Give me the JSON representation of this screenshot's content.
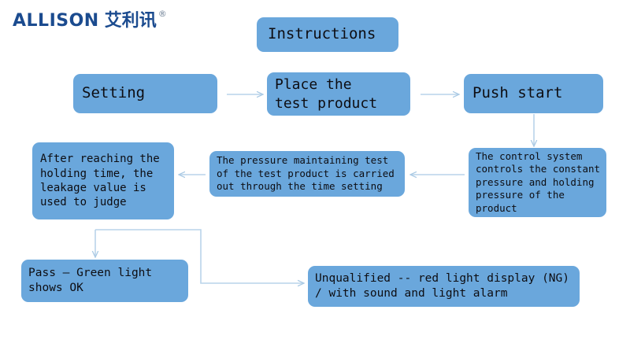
{
  "brand": {
    "wordmark": "ALLISON",
    "chinese": "艾利讯",
    "registered": "®"
  },
  "diagram": {
    "type": "flowchart",
    "title": "Instructions",
    "nodes": [
      {
        "id": "instructions",
        "label": "Instructions"
      },
      {
        "id": "setting",
        "label": "Setting"
      },
      {
        "id": "place",
        "label": "Place the\ntest product"
      },
      {
        "id": "push",
        "label": "Push start"
      },
      {
        "id": "control",
        "label": "The control system\ncontrols the constant\npressure and holding\npressure of the\nproduct"
      },
      {
        "id": "pressure",
        "label": "The pressure maintaining test\nof the test product is carried\nout through the time setting"
      },
      {
        "id": "after",
        "label": "After reaching the\nholding time, the\nleakage value is\nused to judge"
      },
      {
        "id": "pass",
        "label": "Pass – Green light\nshows OK"
      },
      {
        "id": "unqualified",
        "label": "Unqualified -- red light display (NG)\n/ with sound and light alarm"
      }
    ],
    "edges": [
      {
        "from": "setting",
        "to": "place",
        "direction": "right"
      },
      {
        "from": "place",
        "to": "push",
        "direction": "right"
      },
      {
        "from": "push",
        "to": "control",
        "direction": "down"
      },
      {
        "from": "control",
        "to": "pressure",
        "direction": "left"
      },
      {
        "from": "pressure",
        "to": "after",
        "direction": "left"
      },
      {
        "from": "after",
        "to": "pass",
        "direction": "down"
      },
      {
        "from": "after",
        "to": "unqualified",
        "direction": "down-right"
      }
    ],
    "colors": {
      "node_fill": "#6AA7DC",
      "node_text": "#0d0d12",
      "connector": "#B9D4EA",
      "brand": "#1B4B8F",
      "background": "#FFFFFF"
    }
  }
}
